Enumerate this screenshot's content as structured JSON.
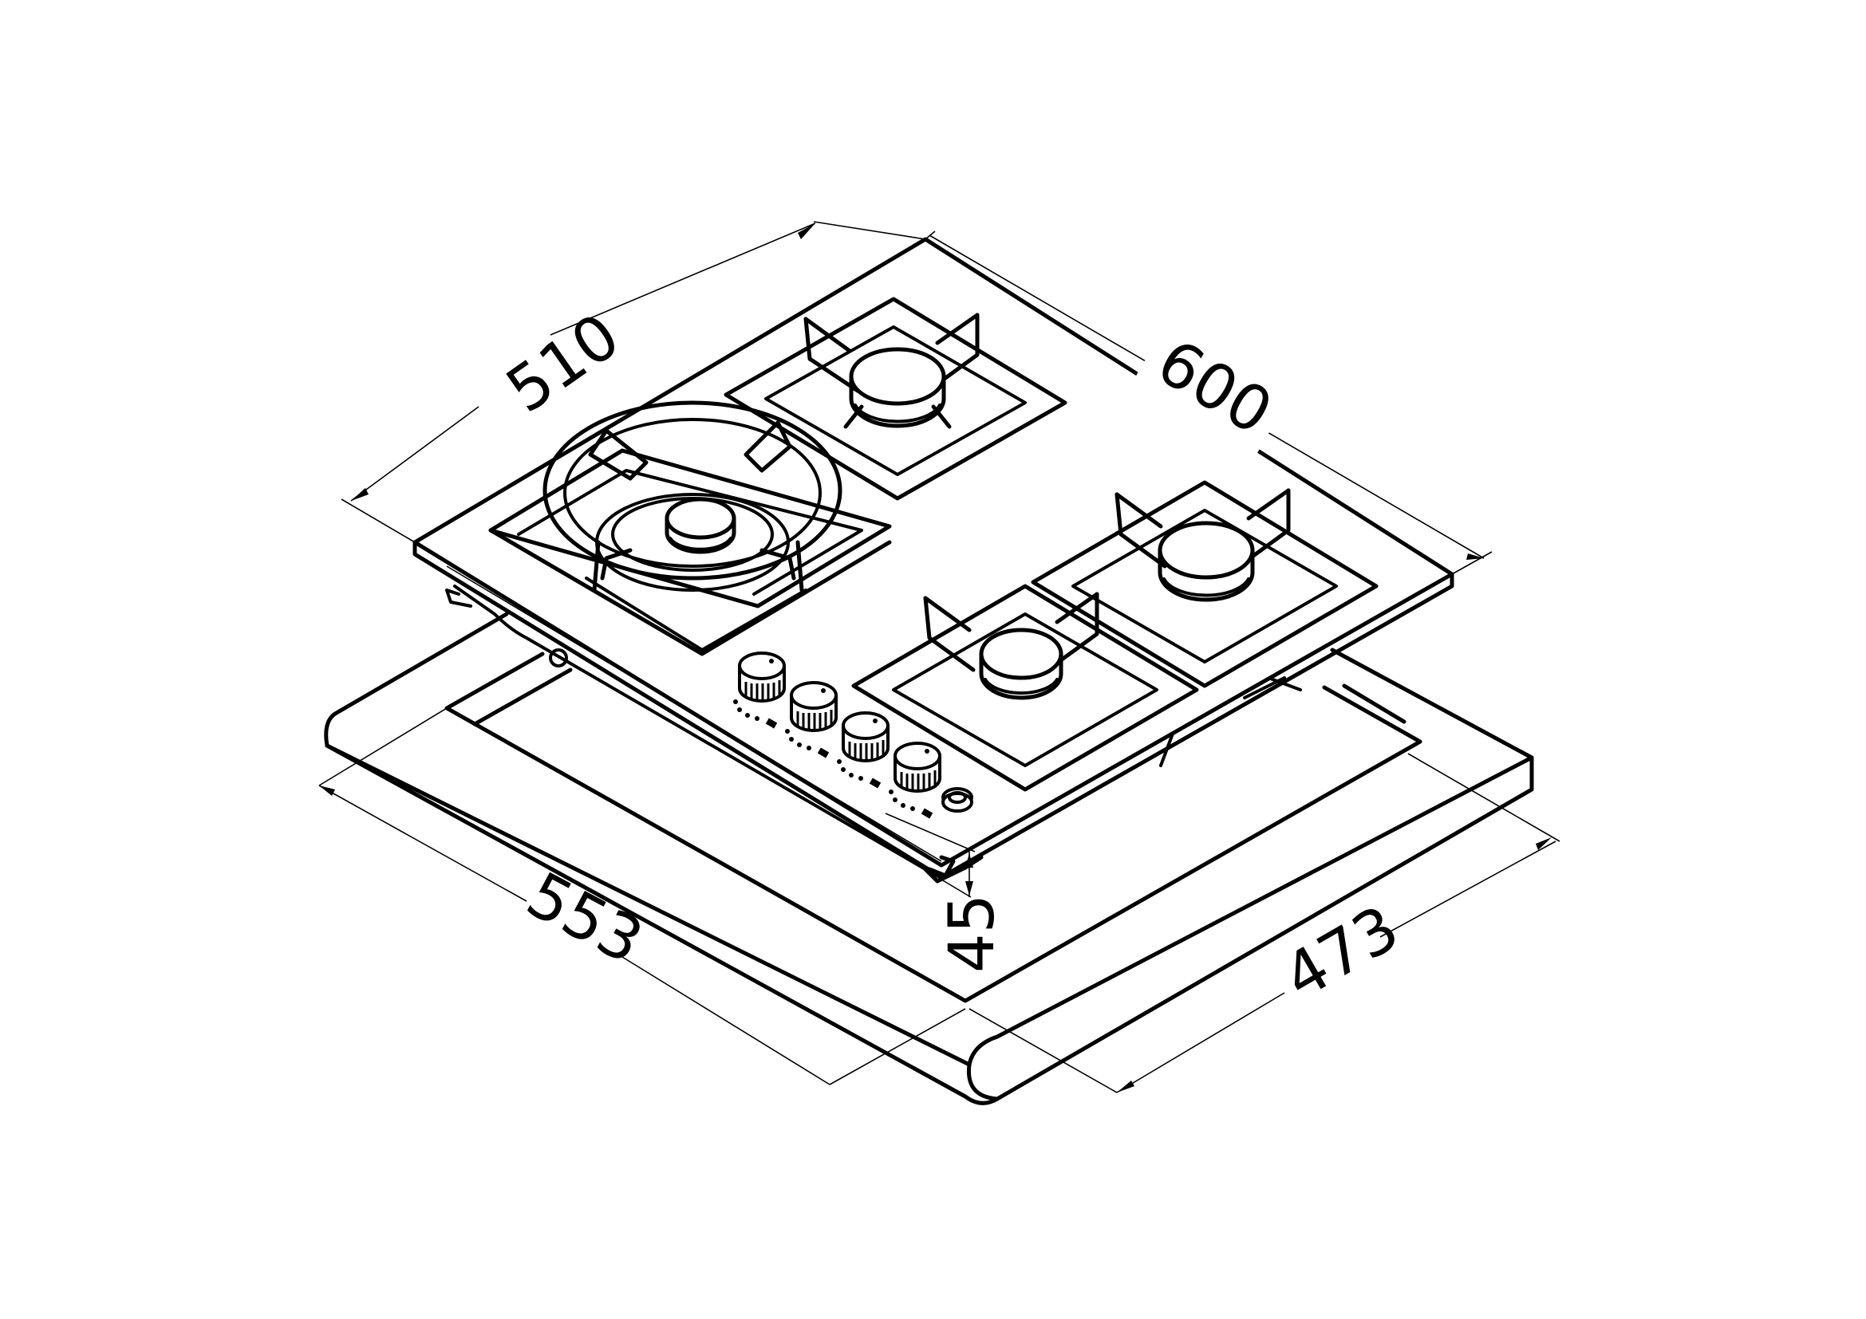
{
  "drawing": {
    "subject": "Built-in gas hob, 4 burners (1 wok burner), isometric view with cut-out",
    "colors": {
      "line": "#000000",
      "background": "#ffffff"
    },
    "units": "mm"
  },
  "dimensions": {
    "hob_depth": "510",
    "hob_width": "600",
    "cutout_width": "553",
    "cutout_depth": "473",
    "hob_height": "45"
  },
  "components": {
    "burners": [
      "wok-burner",
      "rear-right-burner",
      "front-right-burner",
      "front-center-burner"
    ],
    "knobs": [
      "knob-1",
      "knob-2",
      "knob-3",
      "knob-4"
    ],
    "ignition_button": "ignition-button"
  }
}
